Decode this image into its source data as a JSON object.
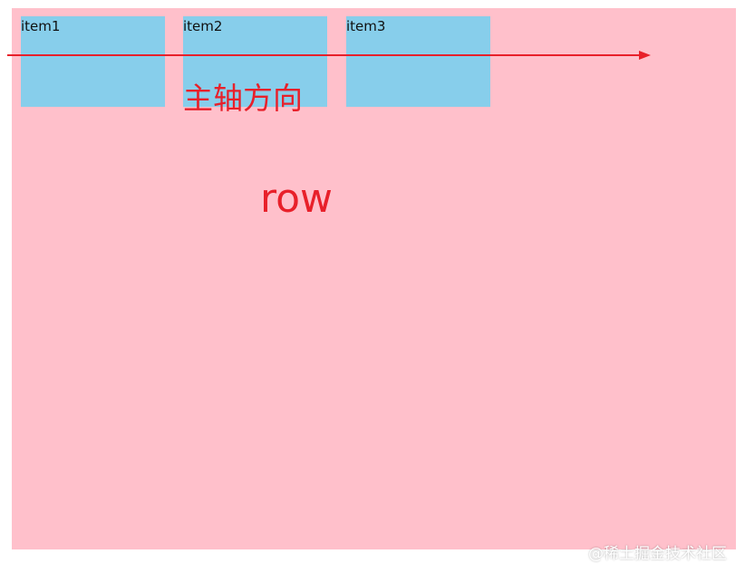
{
  "container": {
    "items": [
      {
        "label": "item1"
      },
      {
        "label": "item2"
      },
      {
        "label": "item3"
      }
    ]
  },
  "annotations": {
    "axis_label": "主轴方向",
    "direction_value": "row"
  },
  "watermark": {
    "text": "@稀土掘金技术社区"
  },
  "colors": {
    "container_bg": "#ffc0cb",
    "item_bg": "#87ceeb",
    "annotation": "#e8202a"
  },
  "icons": {
    "axis_arrow": "arrow-right-icon"
  }
}
